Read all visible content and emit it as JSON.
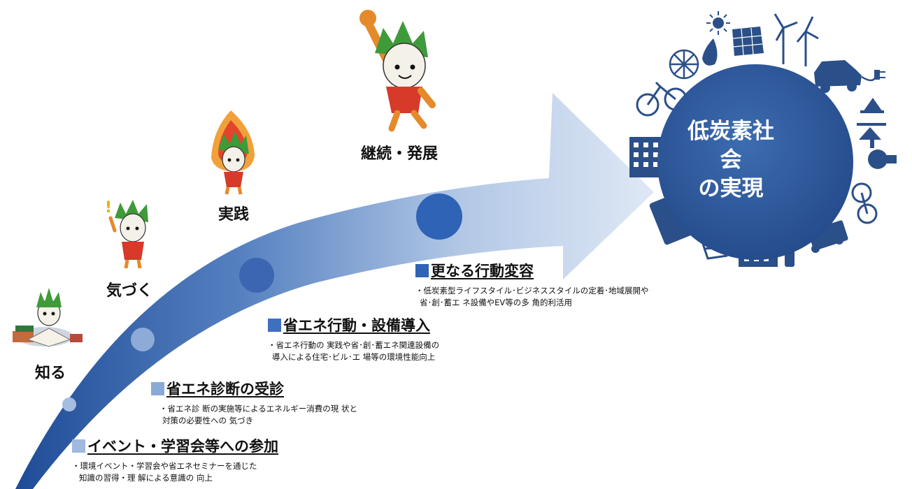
{
  "colors": {
    "arrow_dark": "#1f4c97",
    "arrow_light": "#dde7f4",
    "globe": "#2f5a9c",
    "icons": "#2b4f88",
    "mascot_green": "#3f9a3a",
    "mascot_red": "#d83a2a",
    "square_step1": "#9fb9df",
    "square_step2": "#8aa9d6",
    "square_step3": "#3f6fc1",
    "square_step4": "#2e64b6"
  },
  "stages": [
    {
      "label": "知る",
      "mascot": "mascot-reading"
    },
    {
      "label": "気づく",
      "mascot": "mascot-exclamation"
    },
    {
      "label": "実践",
      "mascot": "mascot-fire"
    },
    {
      "label": "継続・発展",
      "mascot": "mascot-fist-raised"
    }
  ],
  "steps": [
    {
      "title": "イベント・学習会等への参加",
      "lines": [
        "・環境イベント・学習会や省エネセミナーを通じた",
        "知識の習得・理 解による意識の 向上"
      ]
    },
    {
      "title": "省エネ診断の受診",
      "lines": [
        "・省エネ診 断の実施等によるエネルギー消費の現 状と",
        "対策の必要性への 気づき"
      ]
    },
    {
      "title": "省エネ行動・設備導入",
      "lines": [
        "・省エネ行動の 実践や省･創･蓄エネ関連設備の",
        "導入による住宅･ビル･エ 場等の環境性能向上"
      ]
    },
    {
      "title": "更なる行動変容",
      "lines": [
        "・低炭素型ライフスタイル･ビジネススタイルの定着･地域展開や",
        "省･創･蓄エ ネ設備やEV等の多 角的利活用"
      ]
    }
  ],
  "goal": {
    "line1": "低炭素社会",
    "line2": "の実現"
  },
  "globe_icons": [
    "sun-icon",
    "solar-panel-icon",
    "wind-turbine-icon",
    "car-icon",
    "plug-icon",
    "bicycle-icon",
    "building-icon",
    "light-bulb-icon",
    "tree-icon",
    "train-icon",
    "truck-icon",
    "water-drop-icon",
    "ferris-wheel-icon"
  ]
}
